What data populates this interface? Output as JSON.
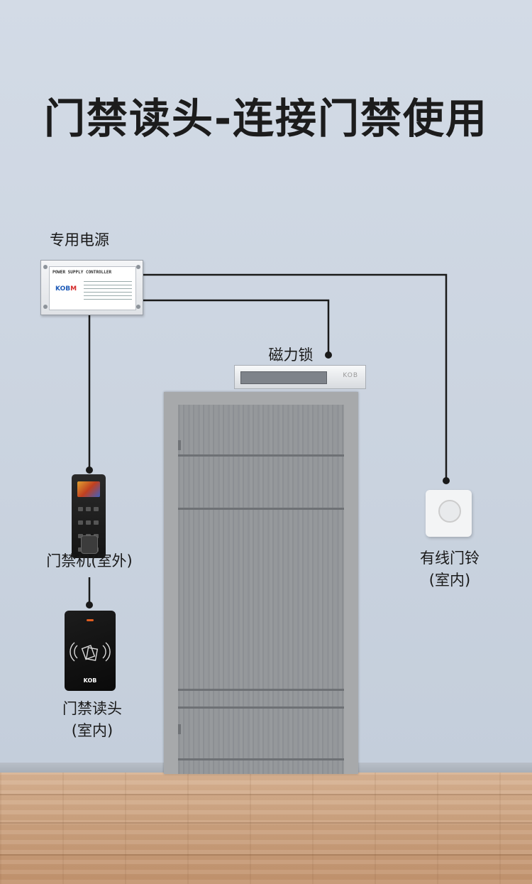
{
  "title": "门禁读头-连接门禁使用",
  "labels": {
    "power_supply": "专用电源",
    "mag_lock": "磁力锁",
    "access_machine": [
      "门禁机(室外)"
    ],
    "card_reader": [
      "门禁读头",
      "(室内)"
    ],
    "doorbell": [
      "有线门铃",
      "(室内)"
    ]
  },
  "devices": {
    "psu_header": "POWER SUPPLY CONTROLLER",
    "psu_brand_left": "KOB",
    "psu_brand_right": "M",
    "mag_lock_brand": "KOB",
    "reader_brand": "KOB"
  },
  "colors": {
    "wire": "#1a1a1a",
    "wall": "#cbd4e0",
    "door": "#919497",
    "floor": "#caa07d"
  }
}
